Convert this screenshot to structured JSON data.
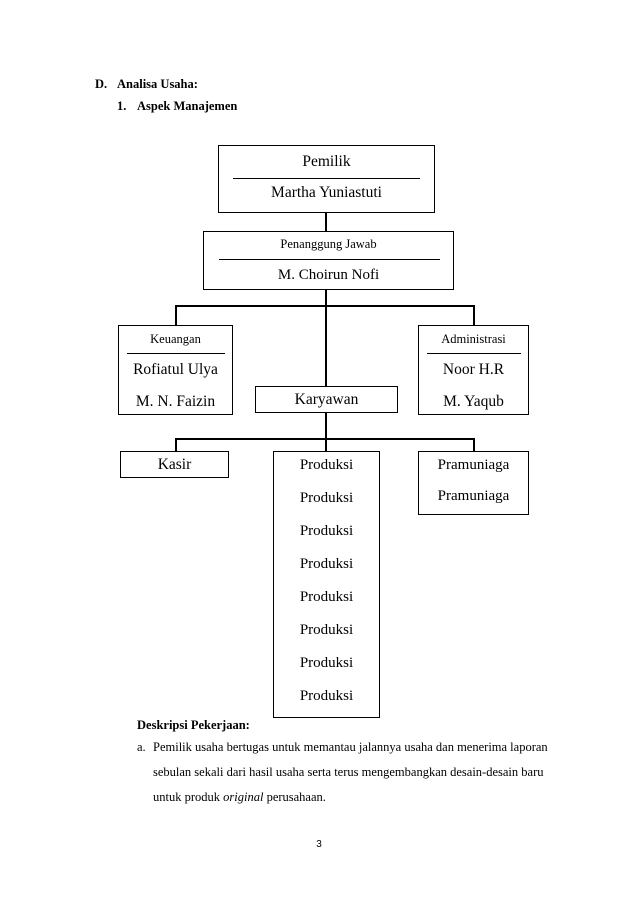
{
  "section": {
    "label": "D.",
    "title": "Analisa Usaha:",
    "sub_label": "1.",
    "sub_title": "Aspek Manajemen"
  },
  "org_chart": {
    "owner": {
      "role": "Pemilik",
      "name": "Martha Yuniastuti"
    },
    "responsible": {
      "role": "Penanggung Jawab",
      "name": "M. Choirun Nofi"
    },
    "finance": {
      "role": "Keuangan",
      "names": [
        "Rofiatul Ulya",
        "M. N. Faizin"
      ]
    },
    "administration": {
      "role": "Administrasi",
      "names": [
        "Noor H.R",
        "M. Yaqub"
      ]
    },
    "employees": {
      "label": "Karyawan"
    },
    "cashier": {
      "label": "Kasir"
    },
    "production": {
      "items": [
        "Produksi",
        "Produksi",
        "Produksi",
        "Produksi",
        "Produksi",
        "Produksi",
        "Produksi",
        "Produksi"
      ]
    },
    "shop_assistants": {
      "items": [
        "Pramuniaga",
        "Pramuniaga"
      ]
    }
  },
  "job_description": {
    "heading": "Deskripsi Pekerjaan:",
    "item_a_label": "a.",
    "item_a_line1": "Pemilik usaha bertugas untuk memantau jalannya usaha dan menerima laporan",
    "item_a_line2": "sebulan sekali dari hasil usaha serta terus mengembangkan desain-desain baru",
    "item_a_line3_before": "untuk produk ",
    "item_a_line3_italic": "original",
    "item_a_line3_after": " perusahaan."
  },
  "page_number": "3"
}
